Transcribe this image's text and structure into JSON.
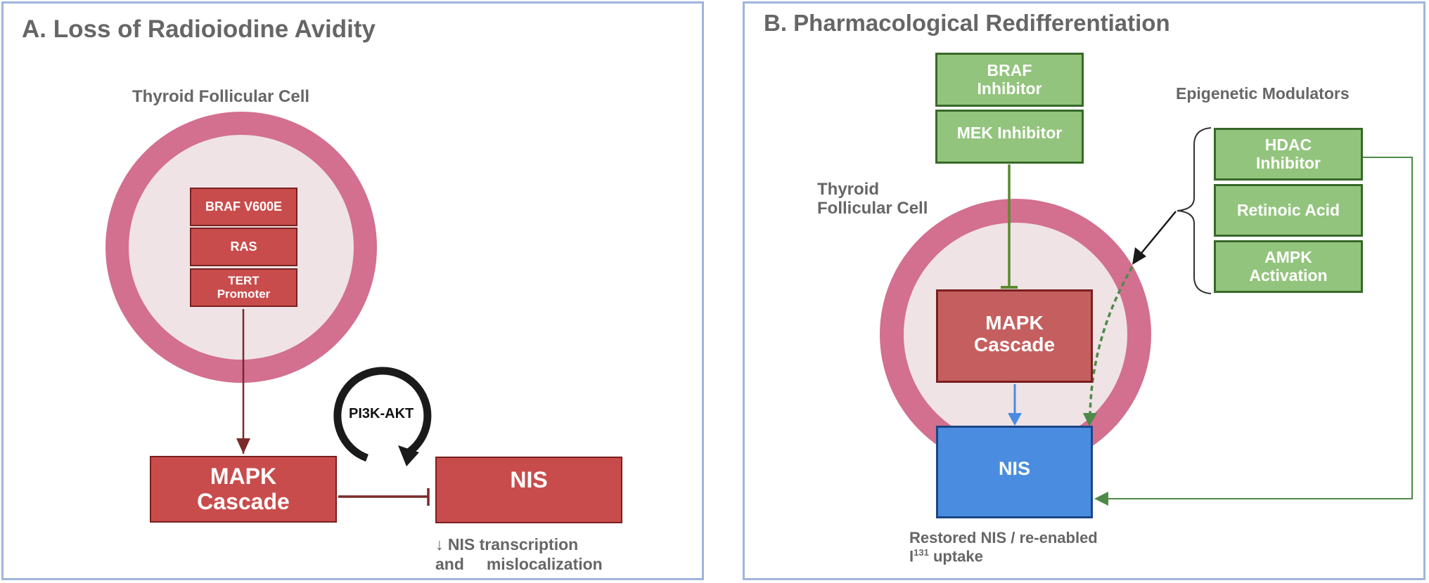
{
  "panel_a": {
    "title": "A. Loss of Radioiodine Avidity",
    "cell_label": "Thyroid Follicular Cell",
    "mutations": [
      "BRAF V600E",
      "RAS",
      "TERT Promoter"
    ],
    "mapk_label": "MAPK Cascade",
    "nis_label": "NIS",
    "loop_label": "PI3K-AKT",
    "caption_line1": "↓ NIS transcription",
    "caption_line2": "and     mislocalization"
  },
  "panel_b": {
    "title": "B. Pharmacological Redifferentiation",
    "cell_label_line1": "Thyroid",
    "cell_label_line2": "Follicular Cell",
    "inhibitors": [
      "BRAF Inhibitor",
      "MEK Inhibitor"
    ],
    "braf_inhibitor_line1": "BRAF",
    "braf_inhibitor_line2": "Inhibitor",
    "mek_inhibitor": "MEK Inhibitor",
    "epigenetic_title": "Epigenetic Modulators",
    "hdac_line1": "HDAC",
    "hdac_line2": "Inhibitor",
    "retinoic": "Retinoic Acid",
    "ampk_line1": "AMPK",
    "ampk_line2": "Activation",
    "mapk_line1": "MAPK",
    "mapk_line2": "Cascade",
    "nis_label": "NIS",
    "caption_line1": "Restored NIS / re-enabled",
    "caption_iodine": "I",
    "caption_isotope": "131",
    "caption_line2_rest": " uptake"
  },
  "colors": {
    "panel_border": "#9fb4dc",
    "membrane": "#d36f8f",
    "cytoplasm": "#efe3e6",
    "red_box": "#c94c4c",
    "green_box": "#93c47d",
    "blue_box": "#4a8de0",
    "title_gray": "#666666"
  }
}
